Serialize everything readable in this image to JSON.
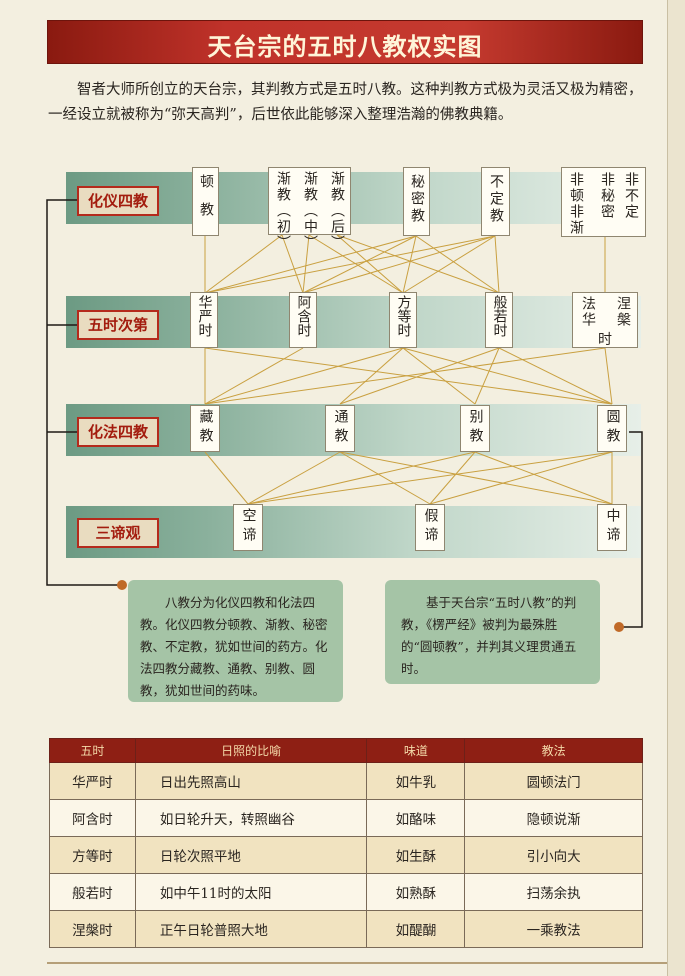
{
  "banner_title": "天台宗的五时八教权实图",
  "intro": "智者大师所创立的天台宗，其判教方式是五时八教。这种判教方式极为灵活又极为精密，一经设立就被称为“弥天高判”，后世依此能够深入整理浩瀚的佛教典籍。",
  "rows": {
    "huayi": "化仪四教",
    "wushi": "五时次第",
    "huafa": "化法四教",
    "sandi": "三谛观"
  },
  "huayi_nodes": {
    "dun": "顿教",
    "jian1": "渐教（初）",
    "jian2": "渐教（中）",
    "jian3": "渐教（后）",
    "mimi": "秘密教",
    "buding": "不定教",
    "fei1": "非顿非渐",
    "fei2": "非秘密",
    "fei3": "非不定"
  },
  "wushi_nodes": {
    "huayan": "华严时",
    "ahan": "阿含时",
    "fangdeng": "方等时",
    "bore": "般若时",
    "fahua": "法华",
    "niepan": "涅槃",
    "shi": "时"
  },
  "huafa_nodes": {
    "zang": "藏教",
    "tong": "通教",
    "bie": "别教",
    "yuan": "圆教"
  },
  "sandi_nodes": {
    "kong": "空谛",
    "jia": "假谛",
    "zhong": "中谛"
  },
  "note_left": "八教分为化仪四教和化法四教。化仪四教分顿教、渐教、秘密教、不定教，犹如世间的药方。化法四教分藏教、通教、别教、圆教，犹如世间的药味。",
  "note_right": "基于天台宗“五时八教”的判教，《楞严经》被判为最殊胜的“圆顿教”，并判其义理贯通五时。",
  "table": {
    "headers": [
      "五时",
      "日照的比喻",
      "味道",
      "教法"
    ],
    "rows": [
      [
        "华严时",
        "日出先照高山",
        "如牛乳",
        "圆顿法门"
      ],
      [
        "阿含时",
        "如日轮升天，转照幽谷",
        "如酪味",
        "隐顿说渐"
      ],
      [
        "方等时",
        "日轮次照平地",
        "如生酥",
        "引小向大"
      ],
      [
        "般若时",
        "如中午11时的太阳",
        "如熟酥",
        "扫荡余执"
      ],
      [
        "涅槃时",
        "正午日轮普照大地",
        "如醍醐",
        "一乘教法"
      ]
    ]
  },
  "colors": {
    "banner": "#c0322a",
    "label_border": "#b52a1c",
    "band": "#8bb19d",
    "table_header": "#8e1f14"
  }
}
